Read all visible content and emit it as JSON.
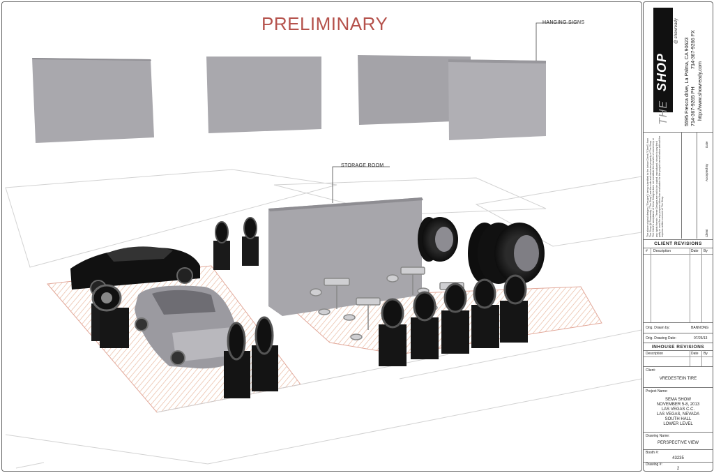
{
  "drawing": {
    "stamp": "PRELIMINARY",
    "callouts": {
      "hanging_signs": "HANGING SIGNS",
      "storage_room": "STORAGE ROOM"
    }
  },
  "company": {
    "logo_the": "THE",
    "logo_shop": "SHOP",
    "logo_tagline": "@ showready",
    "address": "5595 Fresca drive, La Palma, CA 90623",
    "phone": "714-367-9265 PH",
    "fax": "714-367-9266 FX",
    "website": "http://www.showready.com"
  },
  "disclaimer": "The above original designs (\"Designs\") being submitted to the below Client (\"Client\") from The Shop @ Showready (\"The Shop\") are the sole and exclusive property of The Shop. The Client's acceptance of these Designs does not constitute the transfer of ownership or any rights therein. These Designs are not to be copied, reproduced, shown to any third party or used for any purpose other than evaluation for the project named below without the express written consent of The Shop.",
  "approval": {
    "client_label": "Client",
    "accepted_by_label": "Accepted By",
    "date_label": "Date"
  },
  "client_revisions": {
    "title": "CLIENT REVISIONS",
    "columns": [
      "#",
      "Description",
      "Date",
      "By"
    ]
  },
  "orig_drawn_by": {
    "label": "Orig. Drawn by:",
    "value": "BANNONG"
  },
  "orig_drawing_date": {
    "label": "Orig. Drawing Date:",
    "value": "07/26/13"
  },
  "inhouse_revisions": {
    "title": "INHOUSE REVISIONS",
    "columns": [
      "Description",
      "Date",
      "By"
    ]
  },
  "client": {
    "label": "Client:",
    "value": "VREDESTEIN TIRE"
  },
  "project": {
    "label": "Project Name:",
    "lines": [
      "SEMA SHOW",
      "NOVEMBER 5-8, 2013",
      "LAS VEGAS C.C.",
      "LAS VEGAS, NEVADA",
      "SOUTH HALL",
      "LOWER LEVEL"
    ]
  },
  "drawing_name": {
    "label": "Drawing Name:",
    "value": "PERSPECTIVE VIEW"
  },
  "booth": {
    "label": "Booth #:",
    "value": "43235"
  },
  "drawing_number": {
    "label": "Drawing #:",
    "value": "2"
  },
  "colors": {
    "stamp": "#b5524c",
    "sign_box": "#a9a8ad",
    "floor_hatch": "#e8b9a0",
    "pedestal": "#1a1a1a"
  }
}
